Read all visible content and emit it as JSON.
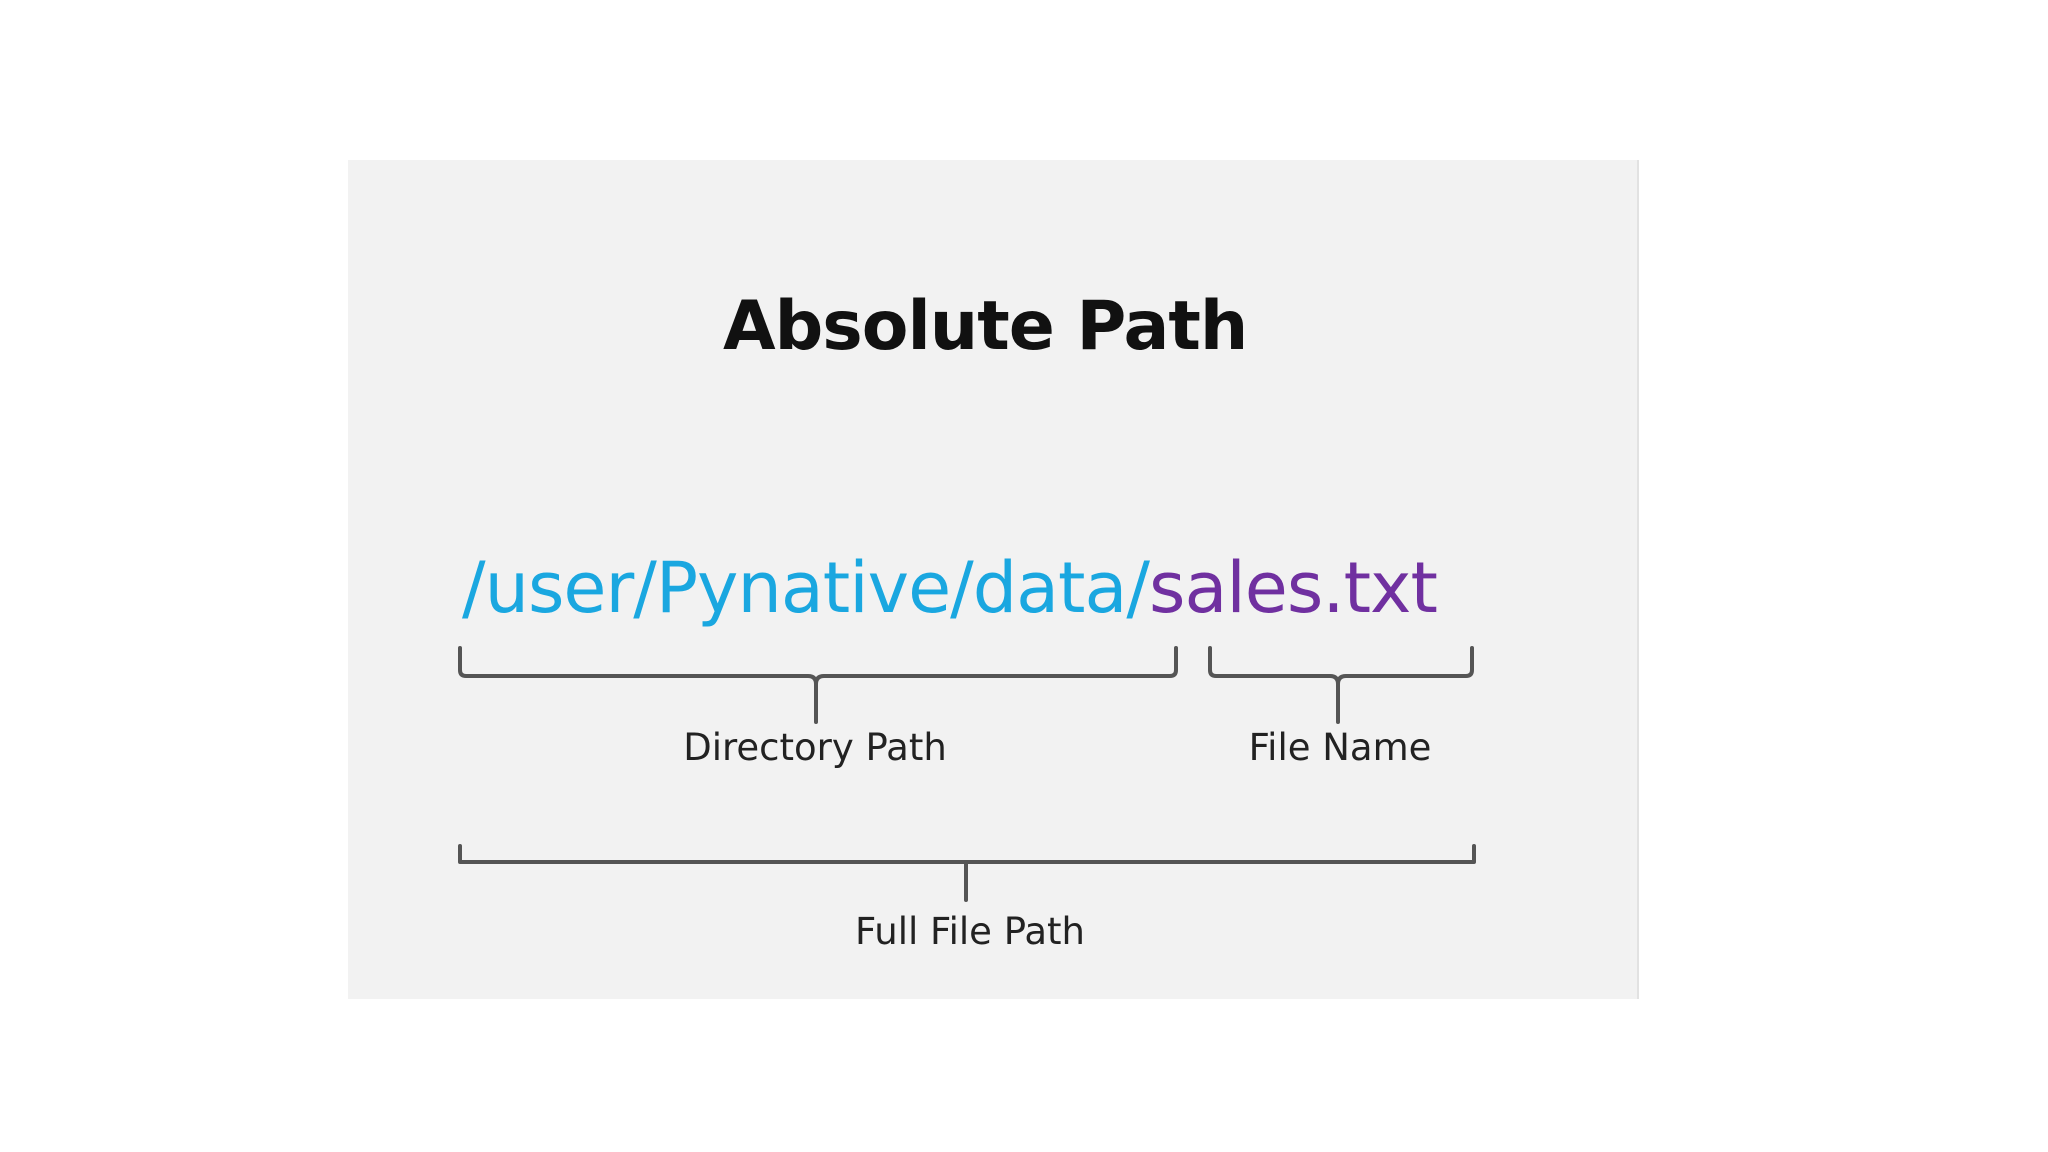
{
  "diagram": {
    "title": "Absolute Path",
    "path": {
      "directory": "/user/Pynative/data/",
      "file": "sales.txt"
    },
    "labels": {
      "directory": "Directory Path",
      "file": "File Name",
      "full": "Full File Path"
    },
    "colors": {
      "directory_text": "#1aa7e0",
      "file_text": "#7030a0",
      "panel_background": "#f2f2f2",
      "bracket": "#555555"
    }
  }
}
